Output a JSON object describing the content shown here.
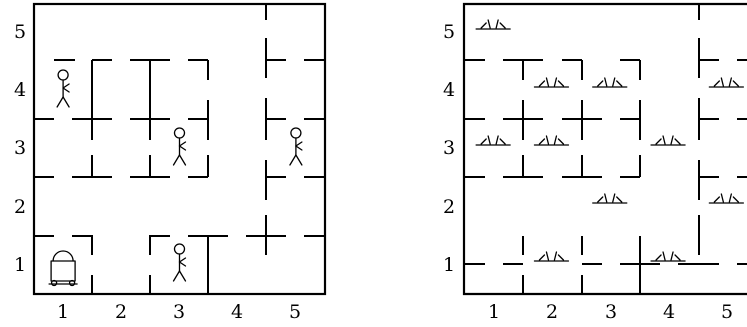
{
  "left_grid": {
    "row_labels": [
      "5",
      "4",
      "3",
      "2",
      "1"
    ],
    "col_labels": [
      "1",
      "2",
      "3",
      "4",
      "5"
    ],
    "people": [
      {
        "col": 1,
        "row": 4
      },
      {
        "col": 3,
        "row": 3
      },
      {
        "col": 5,
        "row": 3
      },
      {
        "col": 3,
        "row": 1
      }
    ],
    "robot": {
      "col": 1,
      "row": 1
    }
  },
  "right_grid": {
    "row_labels": [
      "5",
      "4",
      "3",
      "2",
      "1"
    ],
    "col_labels": [
      "1",
      "2",
      "3",
      "4",
      "5"
    ],
    "sparks": [
      {
        "col": 1,
        "row": 5
      },
      {
        "col": 2,
        "row": 4
      },
      {
        "col": 3,
        "row": 4
      },
      {
        "col": 5,
        "row": 4
      },
      {
        "col": 1,
        "row": 3
      },
      {
        "col": 2,
        "row": 3
      },
      {
        "col": 4,
        "row": 3
      },
      {
        "col": 3,
        "row": 2
      },
      {
        "col": 5,
        "row": 2
      },
      {
        "col": 2,
        "row": 1
      },
      {
        "col": 4,
        "row": 1
      }
    ]
  }
}
